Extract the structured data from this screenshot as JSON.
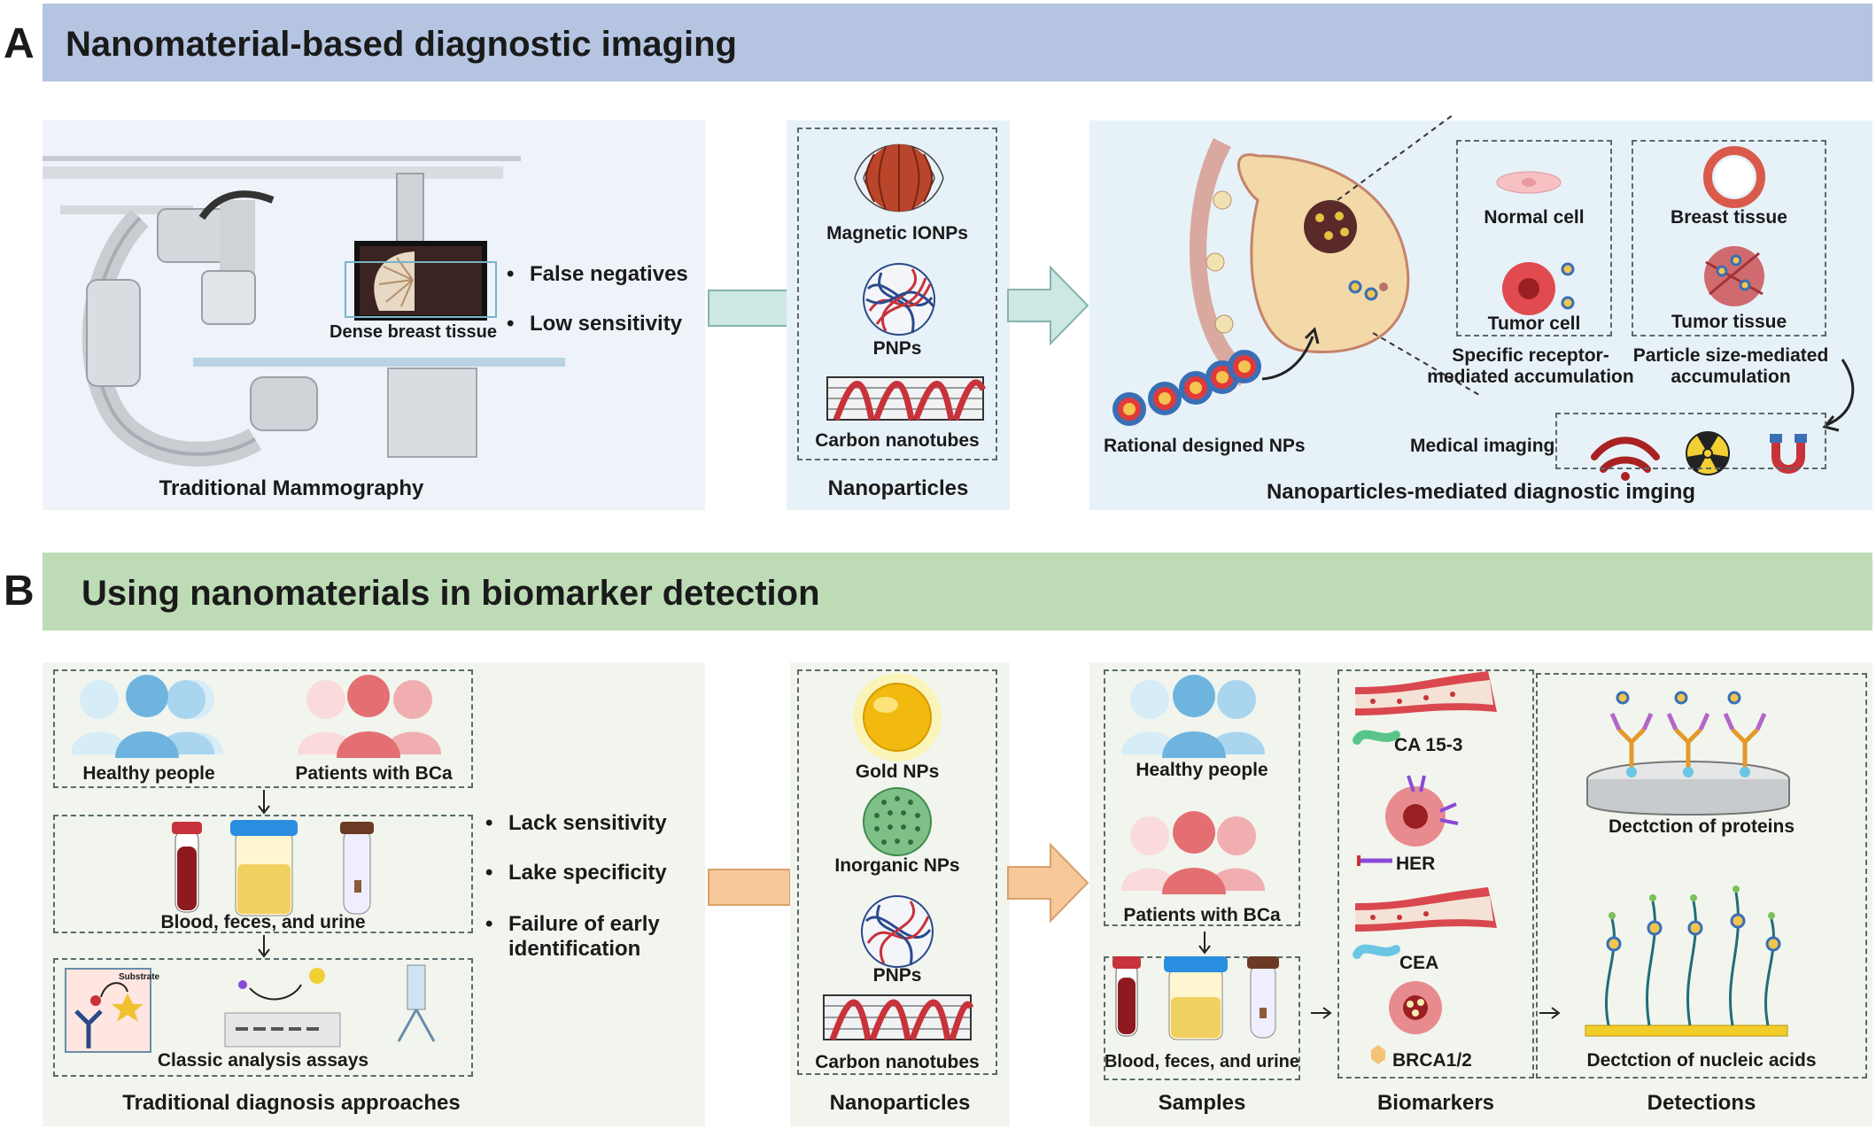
{
  "panel_a": {
    "letter": "A",
    "title": "Nanomaterial-based diagnostic imaging",
    "mammography": {
      "caption": "Traditional Mammography",
      "screen_label": "Dense breast tissue",
      "bullets": [
        "False negatives",
        "Low sensitivity"
      ]
    },
    "nanoparticles": {
      "caption": "Nanoparticles",
      "items": [
        "Magnetic IONPs",
        "PNPs",
        "Carbon nanotubes"
      ]
    },
    "imaging": {
      "caption": "Nanoparticles-mediated diagnostic imging",
      "rational_label": "Rational designed NPs",
      "normal_cell": "Normal cell",
      "tumor_cell": "Tumor cell",
      "breast_tissue": "Breast tissue",
      "tumor_tissue": "Tumor tissue",
      "receptor_line1": "Specific receptor-",
      "receptor_line2": "mediated accumulation",
      "size_line1": "Particle size-mediated",
      "size_line2": "accumulation",
      "medical_imaging": "Medical imaging"
    }
  },
  "panel_b": {
    "letter": "B",
    "title": "Using nanomaterials in biomarker detection",
    "traditional": {
      "caption": "Traditional diagnosis approaches",
      "healthy": "Healthy people",
      "patients": "Patients with BCa",
      "samples": "Blood, feces, and urine",
      "assays": "Classic analysis assays",
      "substrate": "Substrate",
      "bullets": [
        "Lack sensitivity",
        "Lake specificity",
        "Failure of early"
      ],
      "bullet_cont": "identification"
    },
    "nanoparticles": {
      "caption": "Nanoparticles",
      "items": [
        "Gold NPs",
        "Inorganic NPs",
        "PNPs",
        "Carbon nanotubes"
      ]
    },
    "samples": {
      "caption": "Samples",
      "healthy": "Healthy people",
      "patients": "Patients with BCa",
      "fluids": "Blood, feces, and urine"
    },
    "biomarkers": {
      "caption": "Biomarkers",
      "items": [
        "CA 15-3",
        "HER",
        "CEA",
        "BRCA1/2"
      ]
    },
    "detections": {
      "caption": "Detections",
      "proteins": "Dectction of proteins",
      "nucleic": "Dectction of nucleic acids"
    }
  },
  "colors": {
    "banner_a": "#b5c5e1",
    "banner_b": "#bddcb6",
    "arrow_teal": "#cde7e3",
    "arrow_orange": "#f6c89a",
    "person_blue": "#6fb4df",
    "person_red": "#e46f72"
  }
}
